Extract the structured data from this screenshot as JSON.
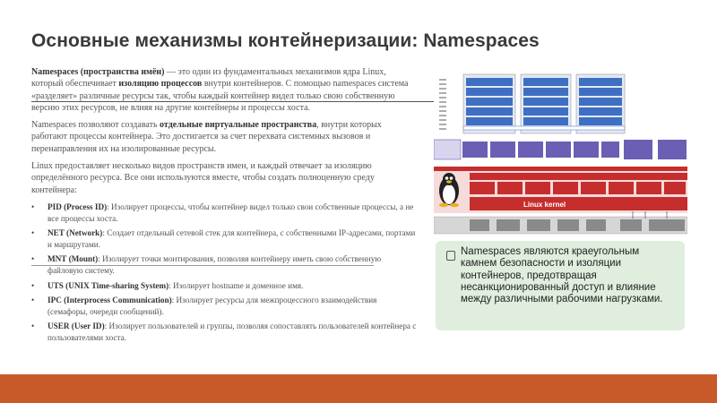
{
  "slide": {
    "title": "Основные механизмы контейнеризации: Namespaces",
    "paragraphs": [
      {
        "b1": "Namespaces (пространства имён)",
        "t1": " — это один из фундаментальных механизмов ядра Linux, который обеспечивает ",
        "b2": "изоляцию процессов",
        "t2": " внутри контейнеров. С помощью namespaces система «разделяет» различные ресурсы так, чтобы каждый контейнер видел только свою собственную версию этих ресурсов, не влияя на другие контейнеры и процессы хоста."
      },
      {
        "t1": "Namespaces позволяют создавать ",
        "b1": "отдельные виртуальные пространства",
        "t2": ", внутри которых работают процессы контейнера. Это достигается за счет перехвата системных вызовов и перенаправления их на изолированные ресурсы."
      },
      {
        "t1": "Linux предоставляет несколько видов пространств имен, и каждый отвечает за изоляцию определённого ресурса. Все они используются вместе, чтобы создать полноценную среду контейнера:"
      }
    ],
    "bullets": [
      {
        "b": "PID (Process ID)",
        "t": ": Изолирует процессы, чтобы контейнер видел только свои собственные процессы, а не все процессы хоста."
      },
      {
        "b": "NET (Network)",
        "t": ": Создает отдельный сетевой стек для контейнера, с собственными IP-адресами, портами и маршрутами."
      },
      {
        "b": "MNT (Mount)",
        "t": ": Изолирует точки монтирования, позволяя контейнеру иметь свою собственную файловую систему."
      },
      {
        "b": "UTS (UNIX Time-sharing System)",
        "t": ": Изолирует hostname и доменное имя."
      },
      {
        "b": "IPC (Interprocess Communication)",
        "t": ": Изолирует ресурсы для межпроцессного взаимодействия (семафоры, очереди сообщений)."
      },
      {
        "b": "USER (User ID)",
        "t": ": Изолирует пользователей и группы, позволяя сопоставлять пользователей контейнера с пользователями хоста."
      }
    ],
    "callout": "Namespaces являются краеугольным камнем безопасности и изоляции контейнеров, предотвращая несанкционированный доступ и влияние между различными рабочими нагрузками.",
    "diagram": {
      "kernel_label": "Linux kernel",
      "colors": {
        "blue": "#3f6fc2",
        "purple": "#6b5fb5",
        "red": "#c62d2d",
        "grey": "#8a8a8a",
        "footer": "#c85a2a",
        "callout_bg": "#dfeedd"
      }
    }
  }
}
